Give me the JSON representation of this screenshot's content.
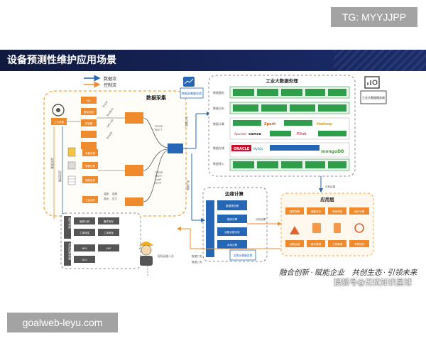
{
  "corner_tag": "TG: MYYJJPP",
  "header": {
    "title": "设备预测性维护应用场景"
  },
  "legend": {
    "data_flow": "数据流",
    "control_flow": "控制流"
  },
  "data_collection": {
    "title": "数据采集",
    "devices": [
      "工业设备",
      "PLC",
      "数控系统",
      "传感器",
      "采集设备",
      "采集仪表",
      "视频监控",
      "工业网关"
    ],
    "protocols": [
      "TCP/IP",
      "Modbus",
      "OPC-UA",
      "RS485",
      "MQTT",
      "CoAP",
      "HTTP",
      "温度",
      "湿度",
      "振动",
      "压力"
    ],
    "tags": [
      "实时采集",
      "远程控制"
    ]
  },
  "data_collection_service": "数据采集服务商",
  "bigdata": {
    "title": "工业大数据处理",
    "row_labels": [
      "数据服务",
      "数据分析",
      "数据计算",
      "数据存储",
      "数据接入"
    ],
    "brands": [
      "Spark",
      "Hadoop",
      "Apache",
      "samza",
      "Flink",
      "ORACLE",
      "MySQL",
      "mongoDB"
    ],
    "arrow_labels": [
      "数据上传",
      "数据下发"
    ]
  },
  "bigdata_service": "工业大数据服务商",
  "edge": {
    "title": "边缘计算",
    "items": [
      "数据预处理",
      "规则引擎",
      "设备诊断分析",
      "本地决策"
    ],
    "flow_label": "分析结果"
  },
  "edge_service": "边缘计算服务商",
  "application": {
    "title": "应用层",
    "top_items": [
      "故障预警",
      "健康评估",
      "寿命预测",
      "维护决策"
    ],
    "bottom_items": [
      "远程运维",
      "备件管理",
      "工单管理",
      "专家知识"
    ],
    "arrow_label": "分析结果"
  },
  "maintenance": {
    "groups": [
      "维护管理",
      "现场控制系统"
    ],
    "items": [
      "维修计划",
      "备件库存",
      "工单派发",
      "工单审批",
      "MES",
      "ERP",
      "DCS"
    ]
  },
  "worker_label": "现场运维人员",
  "side_labels": [
    "数据下发",
    "数据上传"
  ],
  "footer": {
    "slogan": "融合创新 · 赋能企业　共创生态 · 引领未来",
    "watermark": "搜狐号@无忧知识星球"
  },
  "site_tag": "goalweb-leyu.com",
  "colors": {
    "banner": "#16245a",
    "box_border": "#f3a33c",
    "green": "#2f9e4a",
    "blue": "#2566b5",
    "orange": "#ef8b2c",
    "dashed": "#9a9a9a"
  }
}
